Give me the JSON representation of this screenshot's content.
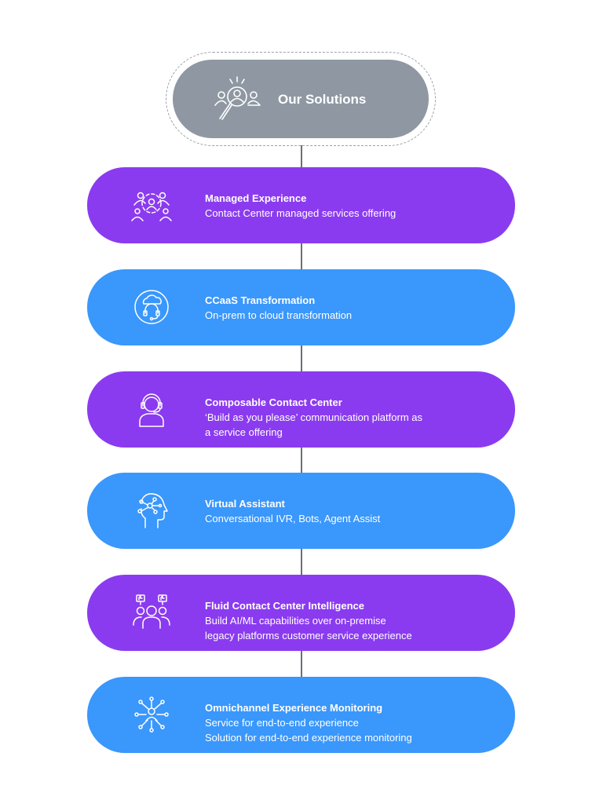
{
  "hero": {
    "title": "Our Solutions",
    "icon": "search-people-icon"
  },
  "colors": {
    "hero": "#8f98a2",
    "purple": "#8b3bef",
    "blue": "#3a97fb",
    "connector": "#6b6f75"
  },
  "items": [
    {
      "title": "Managed Experience",
      "lines": [
        "Contact Center managed services offering"
      ],
      "icon": "team-gear-icon",
      "color": "purple"
    },
    {
      "title": "CCaaS Transformation",
      "lines": [
        "On-prem to cloud transformation"
      ],
      "icon": "cloud-headset-icon",
      "color": "blue"
    },
    {
      "title": "Composable Contact Center",
      "lines": [
        "‘Build as you please’ communication platform as",
        "a service offering"
      ],
      "icon": "agent-headset-icon",
      "color": "purple"
    },
    {
      "title": "Virtual Assistant",
      "lines": [
        "Conversational IVR, Bots, Agent Assist"
      ],
      "icon": "ai-head-icon",
      "color": "blue"
    },
    {
      "title": "Fluid Contact Center Intelligence",
      "lines": [
        "Build AI/ML capabilities over on-premise",
        "legacy platforms customer service experience"
      ],
      "icon": "group-feedback-icon",
      "color": "purple"
    },
    {
      "title": "Omnichannel Experience Monitoring",
      "lines": [
        "Service for end-to-end experience",
        "Solution for end-to-end experience monitoring"
      ],
      "icon": "network-person-icon",
      "color": "blue"
    }
  ]
}
